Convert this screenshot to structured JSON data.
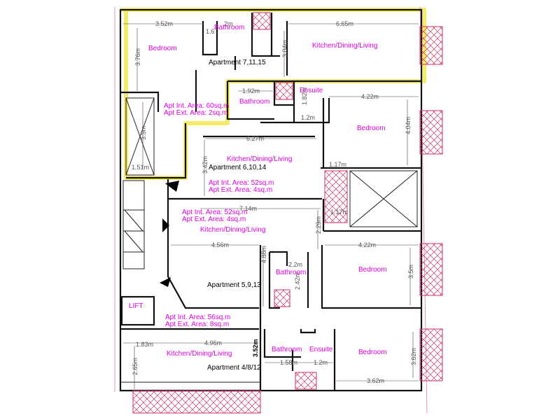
{
  "colors": {
    "room_label": "#e000e0",
    "highlight": "#f2e84f",
    "balcony_hatch": "#cc3366",
    "wall": "#111111"
  },
  "apartments": {
    "top": {
      "name": "Apartment 7,11,15",
      "int_area": "Apt Int. Area: 60sq.m",
      "ext_area": "Apt Ext. Area: 2sq.m"
    },
    "second": {
      "name": "Apartment 6,10,14",
      "int_area": "Apt Int. Area: 52sq.m",
      "ext_area": "Apt Ext. Area: 4sq.m"
    },
    "third": {
      "name": "Apartment 5,9,13",
      "int_area": "Apt Int. Area: 52sq.m",
      "ext_area": "Apt Ext. Area: 4sq.m"
    },
    "bottom": {
      "name": "Apartment 4/8/12",
      "int_area": "Apt Int. Area: 56sq.m",
      "ext_area": "Apt Ext. Area: 8sq.m"
    }
  },
  "rooms": {
    "bedroom_top_left": "Bedroom",
    "bathroom_top": "Bathroom",
    "kitchen_top": "Kitchen/Dining/Living",
    "ensuite_second": "Ensuite",
    "bathroom_second": "Bathroom",
    "bedroom_second": "Bedroom",
    "kitchen_second": "Kitchen/Dining/Living",
    "kitchen_third": "Kitchen/Dining/Living",
    "bathroom_third": "Bathroom",
    "bedroom_third": "Bedroom",
    "lift": "LIFT",
    "kitchen_bottom": "Kitchen/Dining/Living",
    "bathroom_bottom": "Bathroom",
    "ensuite_bottom": "Ensuite",
    "bedroom_bottom": "Bedroom"
  },
  "dimensions": {
    "d_352": "3.52m",
    "d_16": "1.6",
    "d_2m": "2m",
    "d_665": "6.65m",
    "d_376": "3.76m",
    "d_304": "3.04m",
    "d_192": "1.92m",
    "d_422_top": "4.22m",
    "d_182": "1.82m",
    "d_12_top": "1.2m",
    "d_404": "4.04m",
    "d_35_left": "3.5m",
    "d_151": "1.51m",
    "d_627": "6.27m",
    "d_342": "3.42m",
    "d_117_a": "1.17m",
    "d_714": "7.14m",
    "d_117_b": "1.17m",
    "d_229": "2.29m",
    "d_456": "4.56m",
    "d_488": "4.88m",
    "d_422_mid": "4.22m",
    "d_22": "2.2m",
    "d_242": "2.42m",
    "d_35_right": "3.5m",
    "d_496": "4.96m",
    "d_183": "1.83m",
    "d_265": "2.65m",
    "d_352_b": "3.52m",
    "d_158": "1.58m",
    "d_12_bottom": "1.2m",
    "d_362_right": "3.62m",
    "d_362_bottom": "3.62m"
  }
}
